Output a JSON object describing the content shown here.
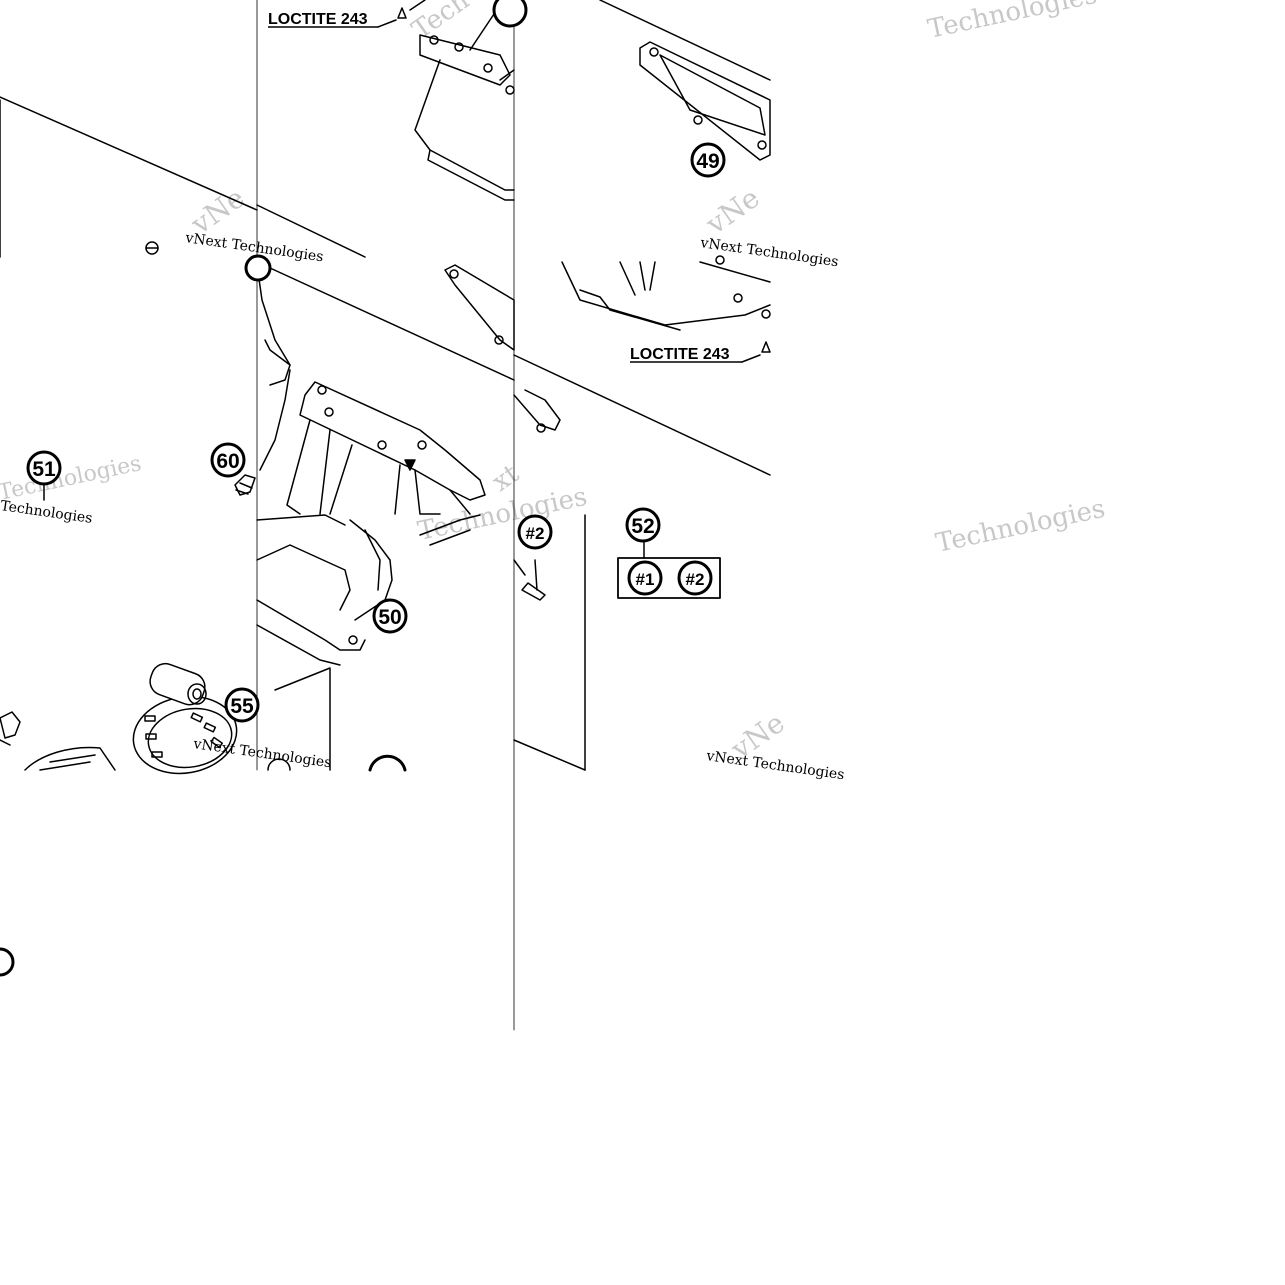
{
  "callouts": {
    "c49": "49",
    "c50": "50",
    "c51": "51",
    "c52": "52",
    "c55": "55",
    "c60": "60",
    "h1": "#1",
    "h2": "#2",
    "h2b": "#2"
  },
  "notes": {
    "loctite_a": "LOCTITE 243",
    "loctite_b": "LOCTITE 243"
  },
  "watermarks": {
    "vnext": "vNext Technologies",
    "techno": "Technologies"
  },
  "colors": {
    "ink": "#000000",
    "watermark": "#c8c8c8",
    "background": "#ffffff"
  }
}
